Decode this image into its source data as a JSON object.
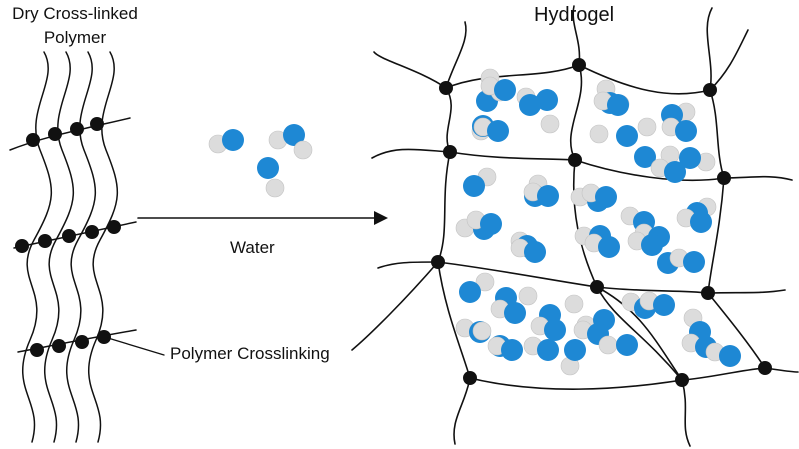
{
  "labels": {
    "dry_line1": "Dry Cross-linked",
    "dry_line2": "Polymer",
    "hydrogel": "Hydrogel",
    "water": "Water",
    "crosslinking": "Polymer Crosslinking"
  },
  "colors": {
    "stroke": "#111111",
    "crosslink_node": "#111111",
    "oxygen": "#1e88d4",
    "hydrogen": "#dcdcdc"
  }
}
